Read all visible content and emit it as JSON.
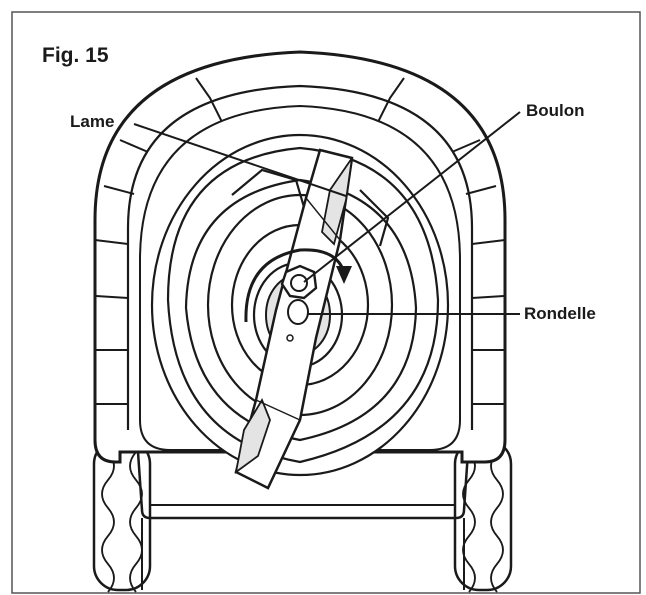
{
  "figure": {
    "title": "Fig. 15",
    "labels": {
      "blade": "Lame",
      "bolt": "Boulon",
      "washer": "Rondelle"
    }
  },
  "colors": {
    "line": "#1a1a1a",
    "fill": "#ffffff",
    "shade": "#e4e4e4"
  }
}
